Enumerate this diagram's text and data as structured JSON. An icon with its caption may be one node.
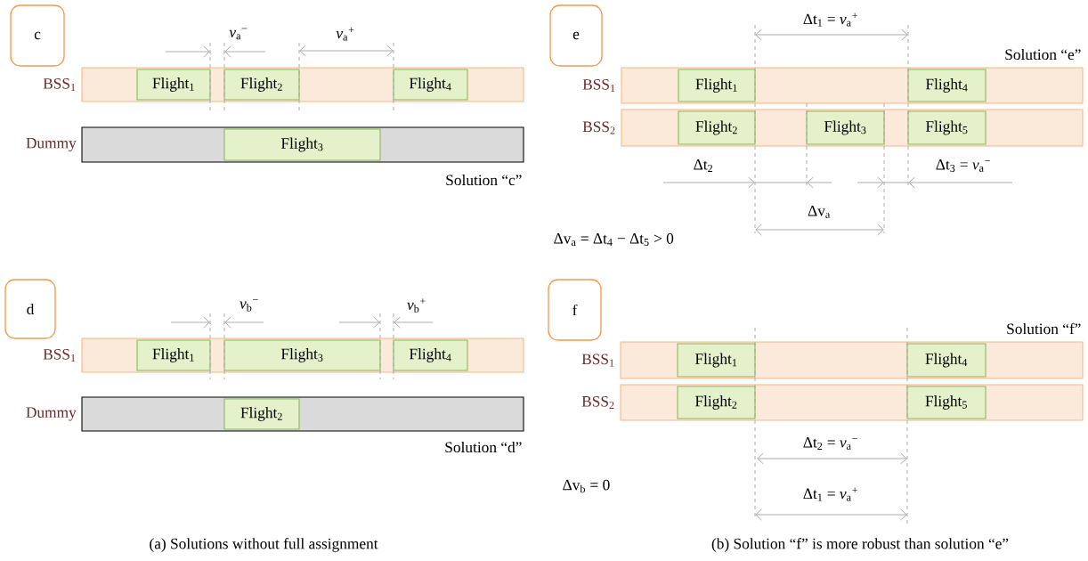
{
  "diagram": {
    "nodes": [
      {
        "text": [
          "c"
        ]
      },
      {
        "text": [
          "BSS$_{1}$"
        ]
      },
      {
        "text": [
          "Flight$_{1}$"
        ],
        "in": 1
      },
      {
        "text": [
          "Flight$_{2}$"
        ],
        "in": 1
      },
      {
        "text": [
          "Flight$_{4}$"
        ],
        "in": 1
      },
      {
        "text": [
          "Dummy"
        ]
      },
      {
        "text": [
          "Flight$_{3}$"
        ],
        "in": 5
      },
      {
        "text": [
          "d"
        ]
      },
      {
        "text": [
          "BSS$_{1}$"
        ]
      },
      {
        "text": [
          "Flight$_{1}$"
        ],
        "in": 8
      },
      {
        "text": [
          "Flight$_{3}$"
        ],
        "in": 8
      },
      {
        "text": [
          "Flight$_{4}$"
        ],
        "in": 8
      },
      {
        "text": [
          "Dummy"
        ]
      },
      {
        "text": [
          "Flight$_{2}$"
        ],
        "in": 12
      },
      {
        "text": [
          "e"
        ]
      },
      {
        "text": [
          "BSS$_{1}$"
        ]
      },
      {
        "text": [
          "Flight$_{1}$"
        ],
        "in": 15
      },
      {
        "text": [
          "Flight$_{4}$"
        ],
        "in": 15
      },
      {
        "text": [
          "BSS$_{2}$"
        ]
      },
      {
        "text": [
          "Flight$_{2}$"
        ],
        "in": 18
      },
      {
        "text": [
          "Flight$_{3}$"
        ],
        "in": 18
      },
      {
        "text": [
          "Flight$_{5}$"
        ],
        "in": 18
      },
      {
        "text": [
          "f"
        ]
      },
      {
        "text": [
          "BSS$_{1}$"
        ]
      },
      {
        "text": [
          "Flight$_{1}$"
        ],
        "in": 23
      },
      {
        "text": [
          "Flight$_{4}$"
        ],
        "in": 23
      },
      {
        "text": [
          "BSS$_{2}$"
        ]
      },
      {
        "text": [
          "Flight$_{2}$"
        ],
        "in": 26
      },
      {
        "text": [
          "Flight$_{5}$"
        ],
        "in": 26
      }
    ],
    "labels": [
      "*v*$_{a}$$^{−}$",
      "*v*$_{a}$$^{+}$",
      "Solution “c”",
      "Δt$_{1}$ = *v*$_{a}$$^{+}$",
      "Solution “e”",
      "Δt$_{2}$",
      "Δt$_{3}$ = *v*$_{a}$$^{−}$",
      "Δv$_{a}$",
      "Δv$_{a}$ = Δt$_{4}$ − Δt$_{5}$ > 0",
      "*v*$_{b}$$^{−}$",
      "*v*$_{b}$$^{+}$",
      "Solution “d”",
      "Solution “f”",
      "Δt$_{2}$ = *v*$_{a}$$^{−}$",
      "Δv$_{b}$ = 0",
      "Δt$_{1}$ = *v*$_{a}$$^{+}$",
      "(a) Solutions without full assignment",
      "(b) Solution “f” is more robust than solution “e”"
    ]
  }
}
